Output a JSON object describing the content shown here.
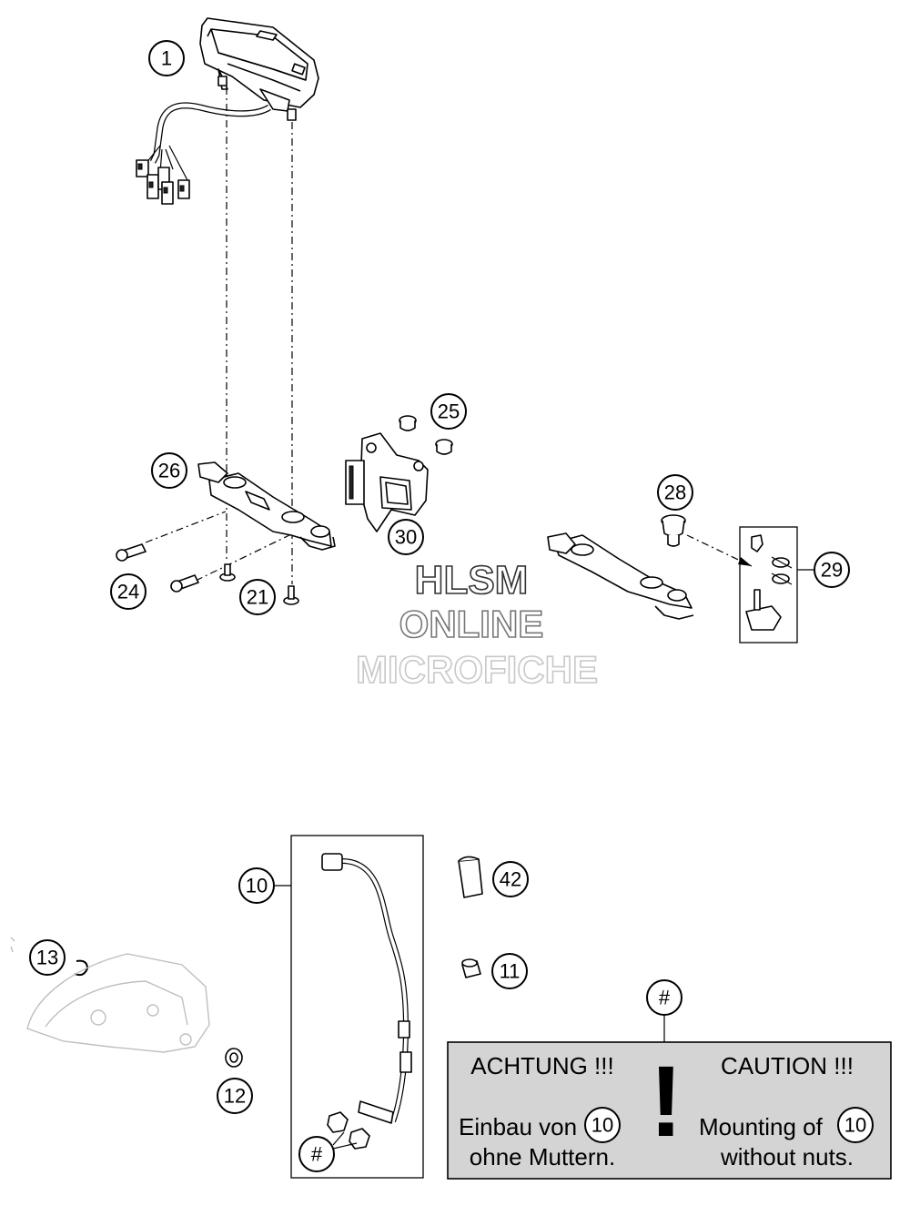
{
  "callouts": {
    "c1": "1",
    "c26": "26",
    "c25": "25",
    "c30": "30",
    "c28": "28",
    "c29": "29",
    "c24": "24",
    "c21": "21",
    "c10": "10",
    "c42": "42",
    "c13": "13",
    "c11": "11",
    "c12": "12",
    "hash_top": "#",
    "hash_bottom": "#"
  },
  "watermark": {
    "line1": "HLSM",
    "line2": "ONLINE",
    "line3": "MICROFICHE"
  },
  "notice": {
    "de_title": "ACHTUNG !!!",
    "de_line1": "Einbau von",
    "de_line2": "ohne Muttern.",
    "en_title": "CAUTION !!!",
    "en_line1": "Mounting of",
    "en_line2": "without nuts.",
    "ref_de": "10",
    "ref_en": "10",
    "exclamation": "!",
    "fill_color": "#d4d4d4"
  }
}
